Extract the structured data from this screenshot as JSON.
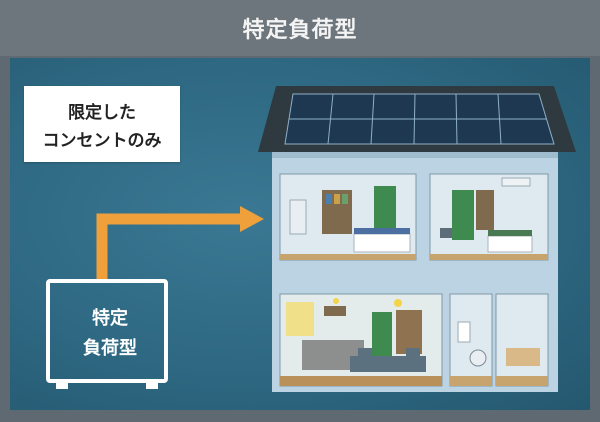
{
  "header": {
    "title": "特定負荷型"
  },
  "callout": {
    "line1": "限定した",
    "line2": "コンセントのみ"
  },
  "device": {
    "line1": "特定",
    "line2": "負荷型"
  },
  "colors": {
    "background": "#5f6971",
    "stage": "#2e6882",
    "arrow": "#f0a03a",
    "house_wall": "#bcd3e3",
    "roof": "#2f3a40",
    "solar_panel": "#1d3850"
  },
  "icons": [
    "arrow-right-icon",
    "solar-panel-icon",
    "house-icon",
    "storage-battery-icon"
  ]
}
